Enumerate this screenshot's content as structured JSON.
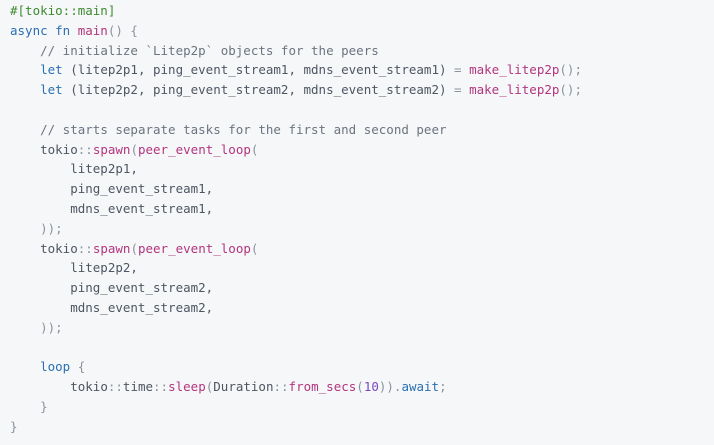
{
  "colors": {
    "background": "#f6f7f8",
    "attr": "#3f8a2f",
    "keyword": "#2a6fb3",
    "function": "#b2357e",
    "comment": "#6b7480",
    "number": "#7a47c2",
    "punctuation": "#8b939e",
    "plain": "#4d5663"
  },
  "code": {
    "lines": [
      [
        {
          "t": "#[tokio::main]",
          "c": "attr"
        }
      ],
      [
        {
          "t": "async fn ",
          "c": "kw"
        },
        {
          "t": "main",
          "c": "fn"
        },
        {
          "t": "() {",
          "c": "punc"
        }
      ],
      [
        {
          "t": "    ",
          "c": "plain"
        },
        {
          "t": "// initialize `Litep2p` objects for the peers",
          "c": "comment"
        }
      ],
      [
        {
          "t": "    ",
          "c": "plain"
        },
        {
          "t": "let",
          "c": "kw"
        },
        {
          "t": " (litep2p1, ping_event_stream1, mdns_event_stream1) ",
          "c": "plain"
        },
        {
          "t": "=",
          "c": "punc"
        },
        {
          "t": " ",
          "c": "plain"
        },
        {
          "t": "make_litep2p",
          "c": "fn"
        },
        {
          "t": "();",
          "c": "punc"
        }
      ],
      [
        {
          "t": "    ",
          "c": "plain"
        },
        {
          "t": "let",
          "c": "kw"
        },
        {
          "t": " (litep2p2, ping_event_stream2, mdns_event_stream2) ",
          "c": "plain"
        },
        {
          "t": "=",
          "c": "punc"
        },
        {
          "t": " ",
          "c": "plain"
        },
        {
          "t": "make_litep2p",
          "c": "fn"
        },
        {
          "t": "();",
          "c": "punc"
        }
      ],
      [
        {
          "t": "",
          "c": "plain"
        }
      ],
      [
        {
          "t": "    ",
          "c": "plain"
        },
        {
          "t": "// starts separate tasks for the first and second peer",
          "c": "comment"
        }
      ],
      [
        {
          "t": "    ",
          "c": "plain"
        },
        {
          "t": "tokio",
          "c": "plain"
        },
        {
          "t": "::",
          "c": "path"
        },
        {
          "t": "spawn",
          "c": "fn"
        },
        {
          "t": "(",
          "c": "punc"
        },
        {
          "t": "peer_event_loop",
          "c": "fn"
        },
        {
          "t": "(",
          "c": "punc"
        }
      ],
      [
        {
          "t": "        litep2p1,",
          "c": "plain"
        }
      ],
      [
        {
          "t": "        ping_event_stream1,",
          "c": "plain"
        }
      ],
      [
        {
          "t": "        mdns_event_stream1,",
          "c": "plain"
        }
      ],
      [
        {
          "t": "    ",
          "c": "plain"
        },
        {
          "t": "));",
          "c": "punc"
        }
      ],
      [
        {
          "t": "    ",
          "c": "plain"
        },
        {
          "t": "tokio",
          "c": "plain"
        },
        {
          "t": "::",
          "c": "path"
        },
        {
          "t": "spawn",
          "c": "fn"
        },
        {
          "t": "(",
          "c": "punc"
        },
        {
          "t": "peer_event_loop",
          "c": "fn"
        },
        {
          "t": "(",
          "c": "punc"
        }
      ],
      [
        {
          "t": "        litep2p2,",
          "c": "plain"
        }
      ],
      [
        {
          "t": "        ping_event_stream2,",
          "c": "plain"
        }
      ],
      [
        {
          "t": "        mdns_event_stream2,",
          "c": "plain"
        }
      ],
      [
        {
          "t": "    ",
          "c": "plain"
        },
        {
          "t": "));",
          "c": "punc"
        }
      ],
      [
        {
          "t": "",
          "c": "plain"
        }
      ],
      [
        {
          "t": "    ",
          "c": "plain"
        },
        {
          "t": "loop",
          "c": "kw"
        },
        {
          "t": " {",
          "c": "punc"
        }
      ],
      [
        {
          "t": "        ",
          "c": "plain"
        },
        {
          "t": "tokio",
          "c": "plain"
        },
        {
          "t": "::",
          "c": "path"
        },
        {
          "t": "time",
          "c": "plain"
        },
        {
          "t": "::",
          "c": "path"
        },
        {
          "t": "sleep",
          "c": "fn"
        },
        {
          "t": "(",
          "c": "punc"
        },
        {
          "t": "Duration",
          "c": "plain"
        },
        {
          "t": "::",
          "c": "path"
        },
        {
          "t": "from_secs",
          "c": "fn"
        },
        {
          "t": "(",
          "c": "punc"
        },
        {
          "t": "10",
          "c": "num"
        },
        {
          "t": ")).",
          "c": "punc"
        },
        {
          "t": "await",
          "c": "kw"
        },
        {
          "t": ";",
          "c": "punc"
        }
      ],
      [
        {
          "t": "    ",
          "c": "plain"
        },
        {
          "t": "}",
          "c": "punc"
        }
      ],
      [
        {
          "t": "}",
          "c": "punc"
        }
      ]
    ]
  }
}
